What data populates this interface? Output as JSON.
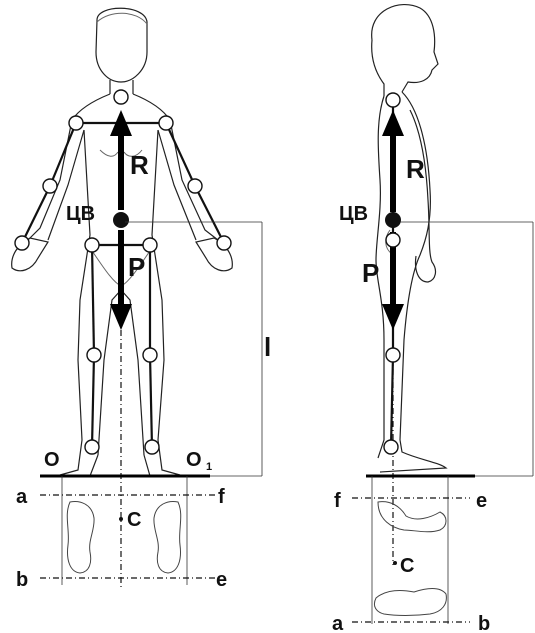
{
  "front": {
    "cog_label": "ЦВ",
    "reaction_label": "R",
    "weight_label": "P",
    "length_label": "l",
    "left_foot_label": "O",
    "right_foot_label": "O",
    "right_foot_subscript": "1",
    "center_label": "C",
    "corner_a": "a",
    "corner_f": "f",
    "corner_b": "b",
    "corner_e": "e"
  },
  "side": {
    "cog_label": "ЦВ",
    "reaction_label": "R",
    "weight_label": "P",
    "center_label": "C",
    "corner_f": "f",
    "corner_e": "e",
    "corner_a": "a",
    "corner_b": "b"
  }
}
